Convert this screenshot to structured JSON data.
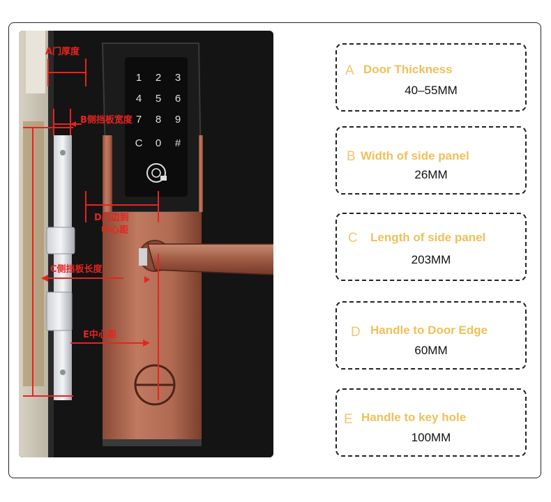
{
  "photo": {
    "keypad_keys": [
      "1",
      "2",
      "3",
      "4",
      "5",
      "6",
      "7",
      "8",
      "9",
      "C",
      "0",
      "#"
    ],
    "labels": {
      "a": "A门厚度",
      "b": "B侧挡板宽度",
      "c": "C侧挡板长度",
      "d_line1": "D门边到",
      "d_line2": "中心距",
      "e": "E中心距"
    },
    "colors": {
      "annotation": "#e8231f",
      "copper": "#b06a52"
    }
  },
  "specs": [
    {
      "letter": "A",
      "title": "Door Thickness",
      "value": "40–55MM"
    },
    {
      "letter": "B",
      "title": "Width of side panel",
      "value": "26MM"
    },
    {
      "letter": "C",
      "title": "Length of side panel",
      "value": "203MM"
    },
    {
      "letter": "D",
      "title": "Handle to Door Edge",
      "value": "60MM"
    },
    {
      "letter": "E",
      "title": "Handle to key hole",
      "value": "100MM"
    }
  ],
  "colors": {
    "accent_title": "#f1bf58",
    "accent_letter": "#f3c56b"
  }
}
